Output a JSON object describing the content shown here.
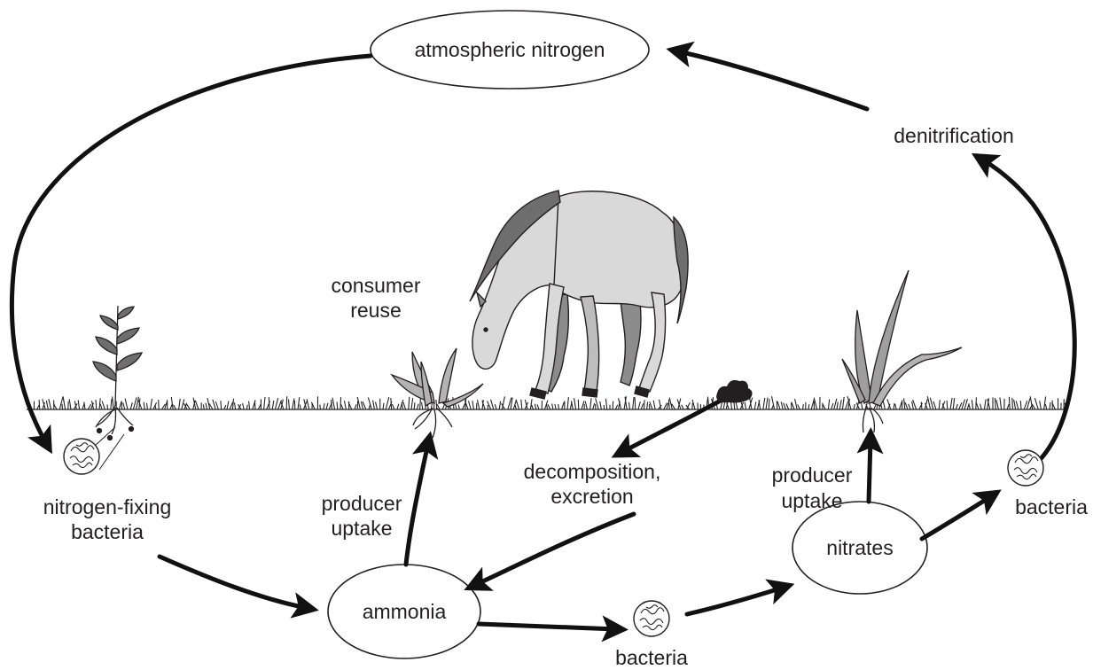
{
  "diagram": {
    "nodes": {
      "atmospheric_nitrogen": "atmospheric nitrogen",
      "ammonia": "ammonia",
      "nitrates": "nitrates"
    },
    "labels": {
      "denitrification": "denitrification",
      "consumer_reuse_1": "consumer",
      "consumer_reuse_2": "reuse",
      "nitrogen_fixing_1": "nitrogen-fixing",
      "nitrogen_fixing_2": "bacteria",
      "producer_uptake_left_1": "producer",
      "producer_uptake_left_2": "uptake",
      "decomposition_1": "decomposition,",
      "decomposition_2": "excretion",
      "producer_uptake_right_1": "producer",
      "producer_uptake_right_2": "uptake",
      "bacteria_right": "bacteria",
      "bacteria_bottom": "bacteria"
    },
    "icons": [
      "bacteria-cell-icon",
      "horse-icon",
      "plant-icon",
      "grass-icon",
      "manure-icon"
    ],
    "colors": {
      "ink": "#231f20",
      "horse_fill": "#d9d9d9",
      "horse_shadow": "#8c8c8c",
      "plant_fill": "#b3b3b3"
    }
  }
}
